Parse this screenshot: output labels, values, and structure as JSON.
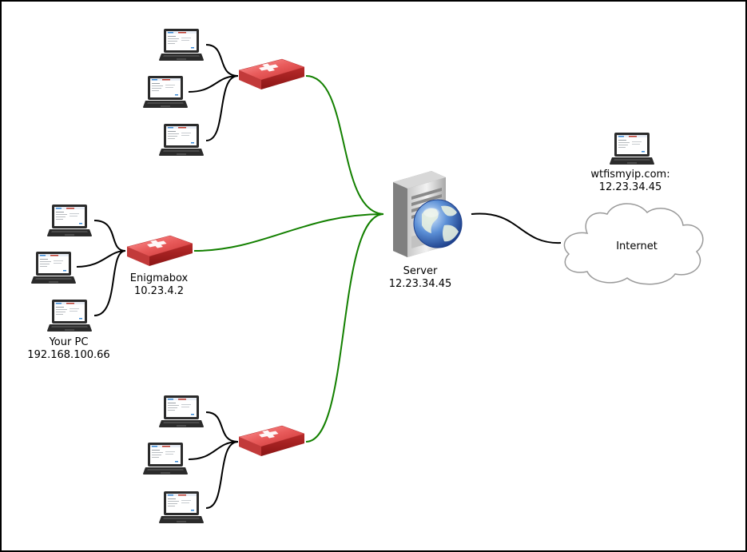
{
  "labels": {
    "server_name": "Server",
    "server_ip": "12.23.34.45",
    "enigmabox_name": "Enigmabox",
    "enigmabox_ip": "10.23.4.2",
    "your_pc_name": "Your PC",
    "your_pc_ip": "192.168.100.66",
    "whoami_site": "wtfismyip.com:",
    "whoami_ip": "12.23.34.45",
    "internet": "Internet"
  },
  "colors": {
    "green_link": "#138000",
    "black_link": "#000000",
    "router_red": "#e04a4a",
    "router_cross": "#ffffff",
    "laptop_body": "#2b2b2b",
    "screen_bg": "#ffffff",
    "cloud_fill": "#ffffff",
    "cloud_stroke": "#9a9a9a"
  },
  "icons": {
    "laptop": "laptop-icon",
    "router": "router-icon",
    "server": "server-icon",
    "globe": "globe-icon",
    "cloud": "cloud-icon"
  }
}
